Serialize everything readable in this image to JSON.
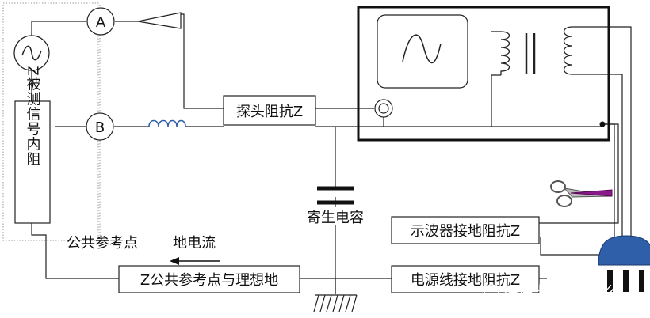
{
  "meter_a": "A",
  "meter_b": "B",
  "source_internal_impedance": "Z被测信号内阻",
  "probe_impedance": "探头阻抗Z",
  "parasitic_capacitance": "寄生电容",
  "common_reference_point": "公共参考点",
  "ground_current": "地电流",
  "common_point_to_ideal_ground": "Z公共参考点与理想地",
  "scope_ground_impedance": "示波器接地阻抗Z",
  "power_cord_ground_impedance": "电源线接地阻抗Z",
  "watermark": "硬件十万个为什么",
  "colors": {
    "line": "#222222",
    "scope_frame": "#111111",
    "plug": "#2f5fa8",
    "scissors_handle": "#8a1a8a",
    "dotted_guides": "#9a9a9a"
  }
}
